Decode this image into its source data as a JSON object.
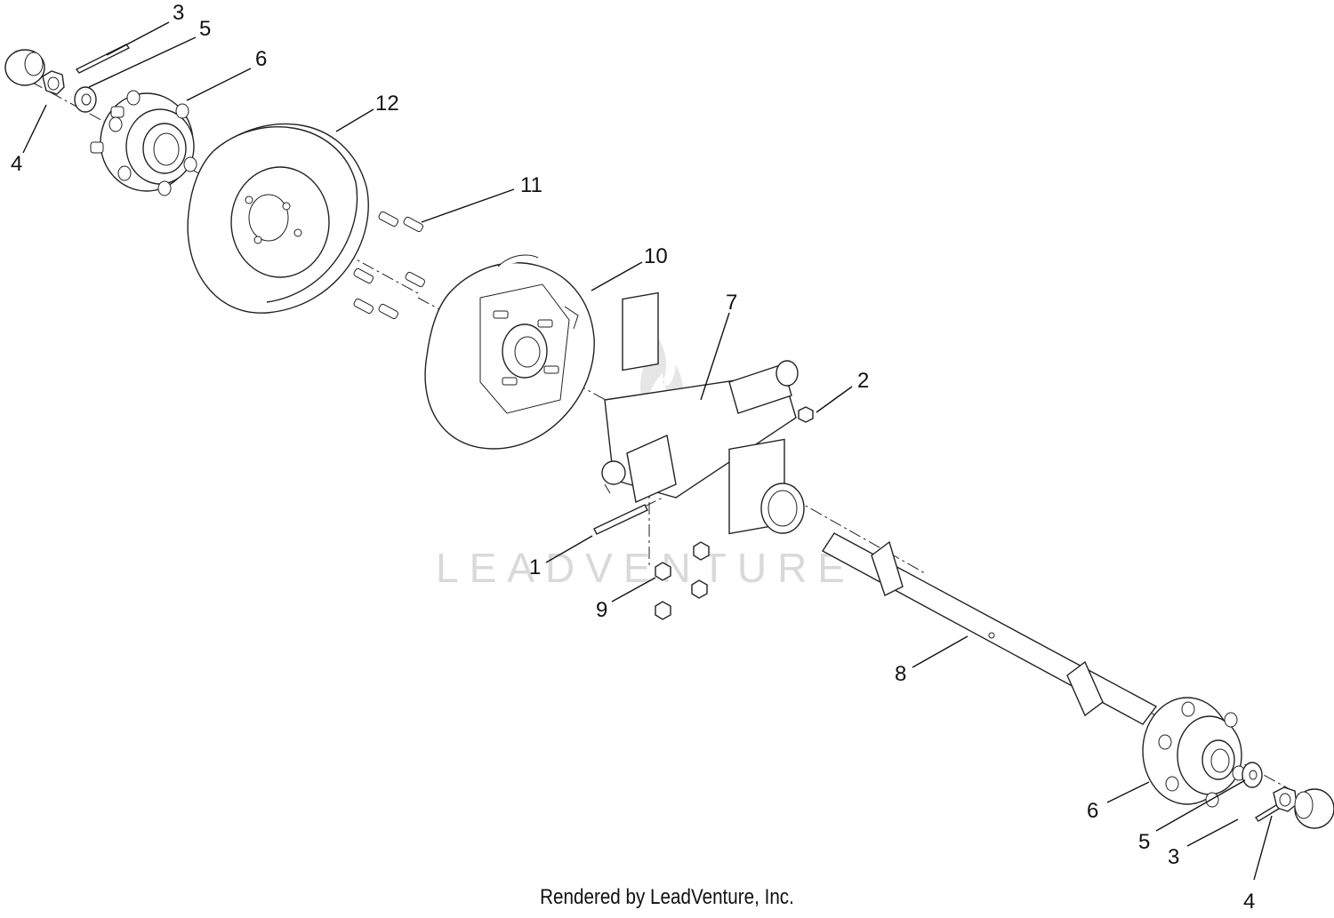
{
  "diagram": {
    "watermark": "LEADVENTURE",
    "footer": "Rendered by LeadVenture, Inc.",
    "callouts": [
      {
        "id": "c3-top",
        "label": "3"
      },
      {
        "id": "c5-top",
        "label": "5"
      },
      {
        "id": "c6-top",
        "label": "6"
      },
      {
        "id": "c4-top",
        "label": "4"
      },
      {
        "id": "c12",
        "label": "12"
      },
      {
        "id": "c11",
        "label": "11"
      },
      {
        "id": "c10",
        "label": "10"
      },
      {
        "id": "c7",
        "label": "7"
      },
      {
        "id": "c2",
        "label": "2"
      },
      {
        "id": "c1",
        "label": "1"
      },
      {
        "id": "c9",
        "label": "9"
      },
      {
        "id": "c8",
        "label": "8"
      },
      {
        "id": "c6-bottom",
        "label": "6"
      },
      {
        "id": "c5-bottom",
        "label": "5"
      },
      {
        "id": "c3-bottom",
        "label": "3"
      },
      {
        "id": "c4-bottom",
        "label": "4"
      }
    ]
  }
}
